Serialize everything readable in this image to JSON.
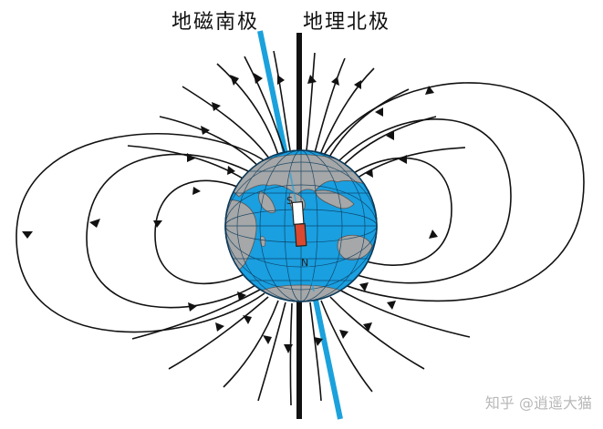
{
  "labels": {
    "magnetic_south_pole": "地磁南极",
    "geographic_north_pole": "地理北极"
  },
  "watermark": "知乎 @逍遥大猫",
  "colors": {
    "magnetic_axis": "#1ba1dc",
    "geographic_axis": "#111111",
    "ocean": "#1a9fe0",
    "land": "#a5a7a8",
    "field_line": "#111111",
    "needle_north": "#d9492f",
    "needle_south": "#ffffff"
  },
  "icons": {
    "compass_needle": "bar-magnet-needle-icon",
    "earth": "globe-icon"
  }
}
